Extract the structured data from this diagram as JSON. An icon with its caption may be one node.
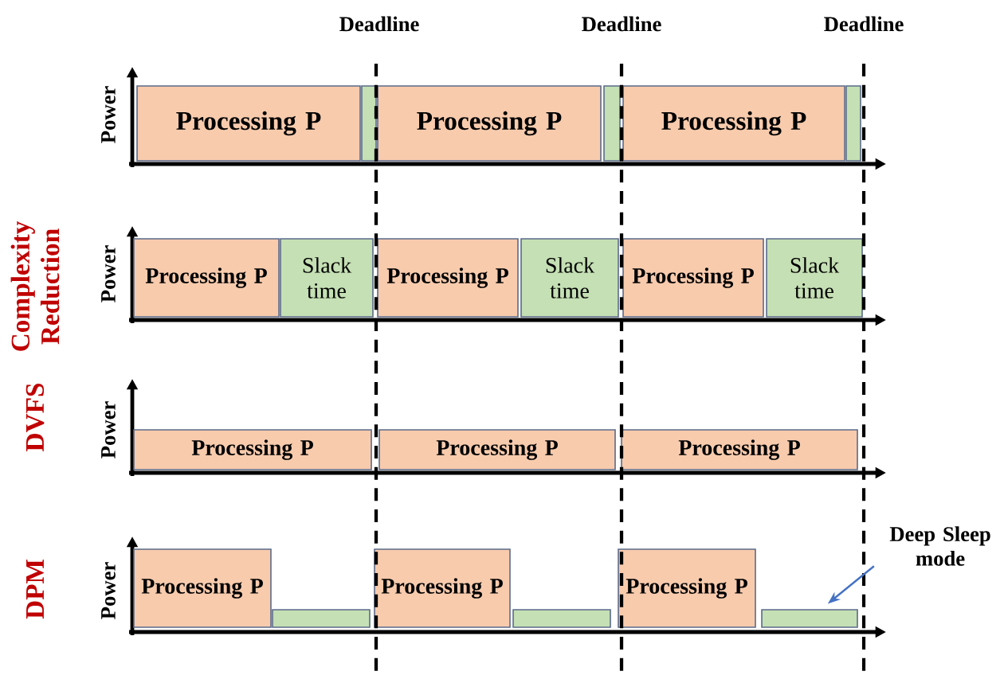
{
  "diagram": {
    "nodes": [
      {
        "text": [
          "Processing P"
        ]
      },
      {
        "text": [],
        "shape": "box"
      },
      {
        "text": [
          "Processing P"
        ]
      },
      {
        "text": [],
        "shape": "box"
      },
      {
        "text": [
          "Processing P"
        ]
      },
      {
        "text": [],
        "shape": "box"
      },
      {
        "text": [
          "Processing P"
        ]
      },
      {
        "text": [
          "Slack time"
        ]
      },
      {
        "text": [
          "Processing P"
        ]
      },
      {
        "text": [
          "Slack time"
        ]
      },
      {
        "text": [
          "Processing P"
        ]
      },
      {
        "text": [
          "Slack time"
        ]
      },
      {
        "text": [
          "Processing P"
        ]
      },
      {
        "text": [
          "Processing P"
        ]
      },
      {
        "text": [
          "Processing P"
        ]
      },
      {
        "text": [
          "Processing P"
        ]
      },
      {
        "text": [],
        "shape": "box"
      },
      {
        "text": [
          "Processing P"
        ]
      },
      {
        "text": [],
        "shape": "box"
      },
      {
        "text": [
          "Processing P"
        ]
      },
      {
        "text": [],
        "shape": "box"
      },
      {
        "text": [
          "Deep Sleep mode"
        ]
      }
    ],
    "edges": [
      {
        "from": 21,
        "to": 20,
        "arrow": "to",
        "color": "#4472c4"
      }
    ],
    "labels": [
      "Deadline",
      "Deadline",
      "Deadline",
      "Power",
      "Power",
      "Power",
      "Power",
      "Complexity Reduction",
      "DVFS",
      "DPM"
    ]
  }
}
